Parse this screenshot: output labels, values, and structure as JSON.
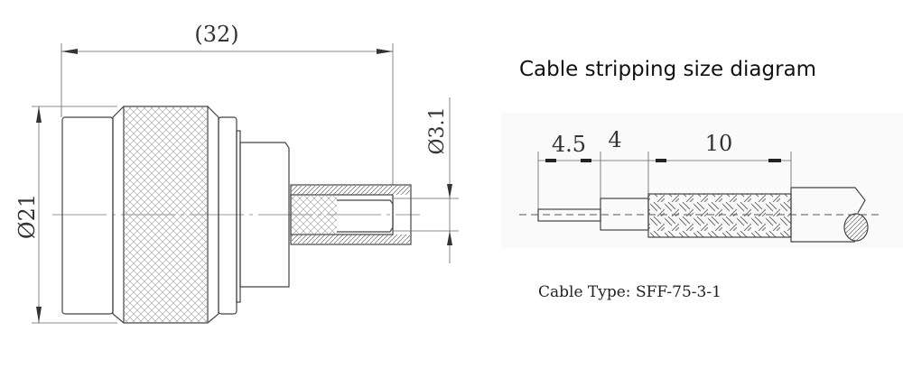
{
  "connector": {
    "length_dim": "(32)",
    "body_diameter_dim": "Ø21",
    "pin_diameter_dim": "Ø3.1"
  },
  "stripping": {
    "title": "Cable stripping size diagram",
    "dims": [
      "4.5",
      "4",
      "10"
    ],
    "cable_type": "Cable Type: SFF-75-3-1"
  }
}
